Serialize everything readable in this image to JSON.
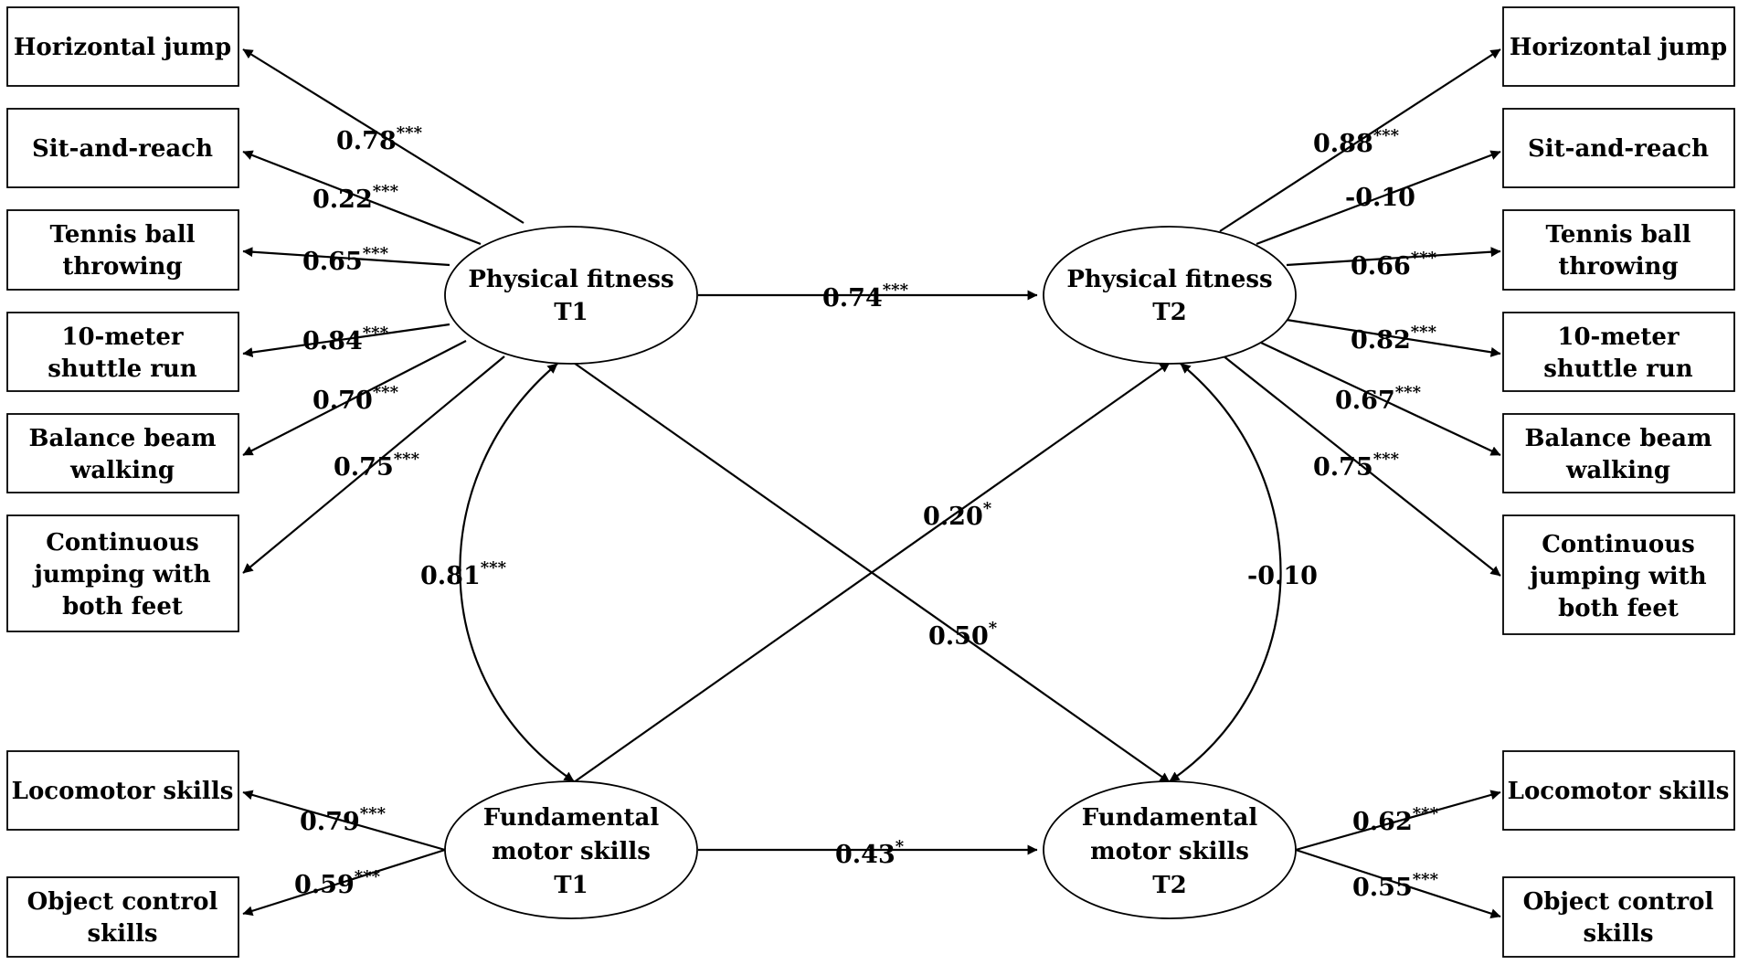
{
  "latents": {
    "pf_t1": [
      "Physical fitness",
      "T1"
    ],
    "pf_t2": [
      "Physical fitness",
      "T2"
    ],
    "fms_t1": [
      "Fundamental",
      "motor skills",
      "T1"
    ],
    "fms_t2": [
      "Fundamental",
      "motor skills",
      "T2"
    ]
  },
  "indicators": {
    "pf": [
      [
        "Horizontal jump"
      ],
      [
        "Sit-and-reach"
      ],
      [
        "Tennis ball",
        "throwing"
      ],
      [
        "10-meter",
        "shuttle run"
      ],
      [
        "Balance beam",
        "walking"
      ],
      [
        "Continuous",
        "jumping with",
        "both feet"
      ]
    ],
    "fms": [
      [
        "Locomotor skills"
      ],
      [
        "Object control",
        "skills"
      ]
    ]
  },
  "loadings": {
    "pf_t1": [
      {
        "value": "0.78",
        "sig": "***"
      },
      {
        "value": "0.22",
        "sig": "***"
      },
      {
        "value": "0.65",
        "sig": "***"
      },
      {
        "value": "0.84",
        "sig": "***"
      },
      {
        "value": "0.70",
        "sig": "***"
      },
      {
        "value": "0.75",
        "sig": "***"
      }
    ],
    "pf_t2": [
      {
        "value": "0.88",
        "sig": "***"
      },
      {
        "value": "-0.10",
        "sig": ""
      },
      {
        "value": "0.66",
        "sig": "***"
      },
      {
        "value": "0.82",
        "sig": "***"
      },
      {
        "value": "0.67",
        "sig": "***"
      },
      {
        "value": "0.75",
        "sig": "***"
      }
    ],
    "fms_t1": [
      {
        "value": "0.79",
        "sig": "***"
      },
      {
        "value": "0.59",
        "sig": "***"
      }
    ],
    "fms_t2": [
      {
        "value": "0.62",
        "sig": "***"
      },
      {
        "value": "0.55",
        "sig": "***"
      }
    ]
  },
  "paths": {
    "pf_t1_to_pf_t2": {
      "value": "0.74",
      "sig": "***"
    },
    "fms_t1_to_fms_t2": {
      "value": "0.43",
      "sig": "*"
    },
    "fms_t1_to_pf_t2": {
      "value": "0.20",
      "sig": "*"
    },
    "pf_t1_to_fms_t2": {
      "value": "0.50",
      "sig": "*"
    },
    "cov_t1": {
      "value": "0.81",
      "sig": "***"
    },
    "cov_t2": {
      "value": "-0.10",
      "sig": ""
    }
  }
}
